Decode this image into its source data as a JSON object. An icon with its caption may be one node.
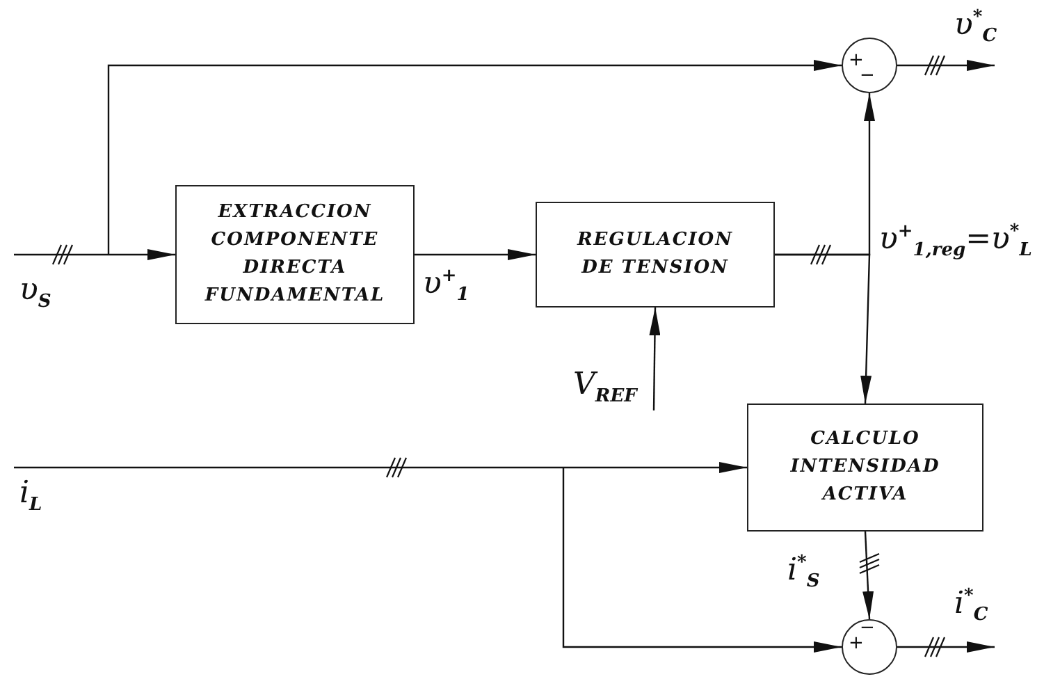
{
  "diagram": {
    "nodes": [
      {
        "text": [
          "EXTRACCION COMPONENTE DIRECTA FUNDAMENTAL"
        ]
      },
      {
        "text": [
          "REGULACION DE TENSION"
        ]
      },
      {
        "text": [
          "CALCULO INTENSIDAD ACTIVA"
        ]
      },
      {
        "text": [
          "+",
          "−"
        ]
      },
      {
        "text": [
          "−",
          "+"
        ]
      }
    ],
    "edges": [
      {
        "from": null,
        "to": 0,
        "arrow": "to"
      },
      {
        "from": null,
        "to": 3,
        "arrow": "to"
      },
      {
        "from": 0,
        "to": 1,
        "arrow": "to",
        "label": "υ$^{+}$$_{1}$"
      },
      {
        "from": 1,
        "to": 3,
        "arrow": "to"
      },
      {
        "from": 1,
        "to": 2,
        "arrow": "to"
      },
      {
        "from": null,
        "to": 1,
        "arrow": "to",
        "label": "V$_{REF}$"
      },
      {
        "from": null,
        "to": 2,
        "arrow": "to"
      },
      {
        "from": null,
        "to": 4,
        "arrow": "to"
      },
      {
        "from": 2,
        "to": 4,
        "arrow": "to",
        "label": "i$^{*}$$_{S}$"
      },
      {
        "from": 3,
        "to": null,
        "arrow": "to",
        "label": "υ$^{*}$$_{C}$"
      },
      {
        "from": 4,
        "to": null,
        "arrow": "to",
        "label": "i$^{*}$$_{C}$"
      }
    ],
    "labels": [
      "υ$_{S}$",
      "υ$^{+}$$_{1,reg}$=υ$^{*}$$_{L}$",
      "i$_{L}$"
    ]
  }
}
